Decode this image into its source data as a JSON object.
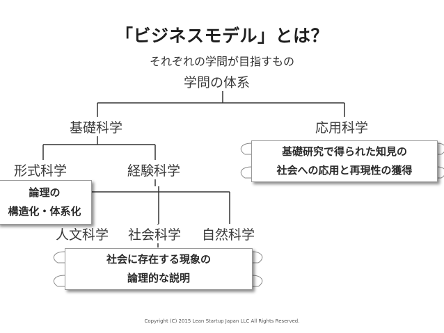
{
  "title": "「ビジネスモデル」とは？",
  "subtitle": "それぞれの学問が目指すもの",
  "nodes": {
    "root": "学問の体系",
    "basic": "基礎科学",
    "applied": "応用科学",
    "formal": "形式科学",
    "empirical": "経験科学",
    "humanities": "人文科学",
    "social": "社会科学",
    "natural": "自然科学"
  },
  "callouts": {
    "applied": [
      "基礎研究で得られた知見の",
      "社会への応用と再現性の獲得"
    ],
    "formal": [
      "論理の",
      "構造化・体系化"
    ],
    "empirical": [
      "社会に存在する現象の",
      "論理的な説明"
    ]
  },
  "copyright": "Copyright (C) 2015 Lean Startup Japan LLC All Rights Reserved."
}
